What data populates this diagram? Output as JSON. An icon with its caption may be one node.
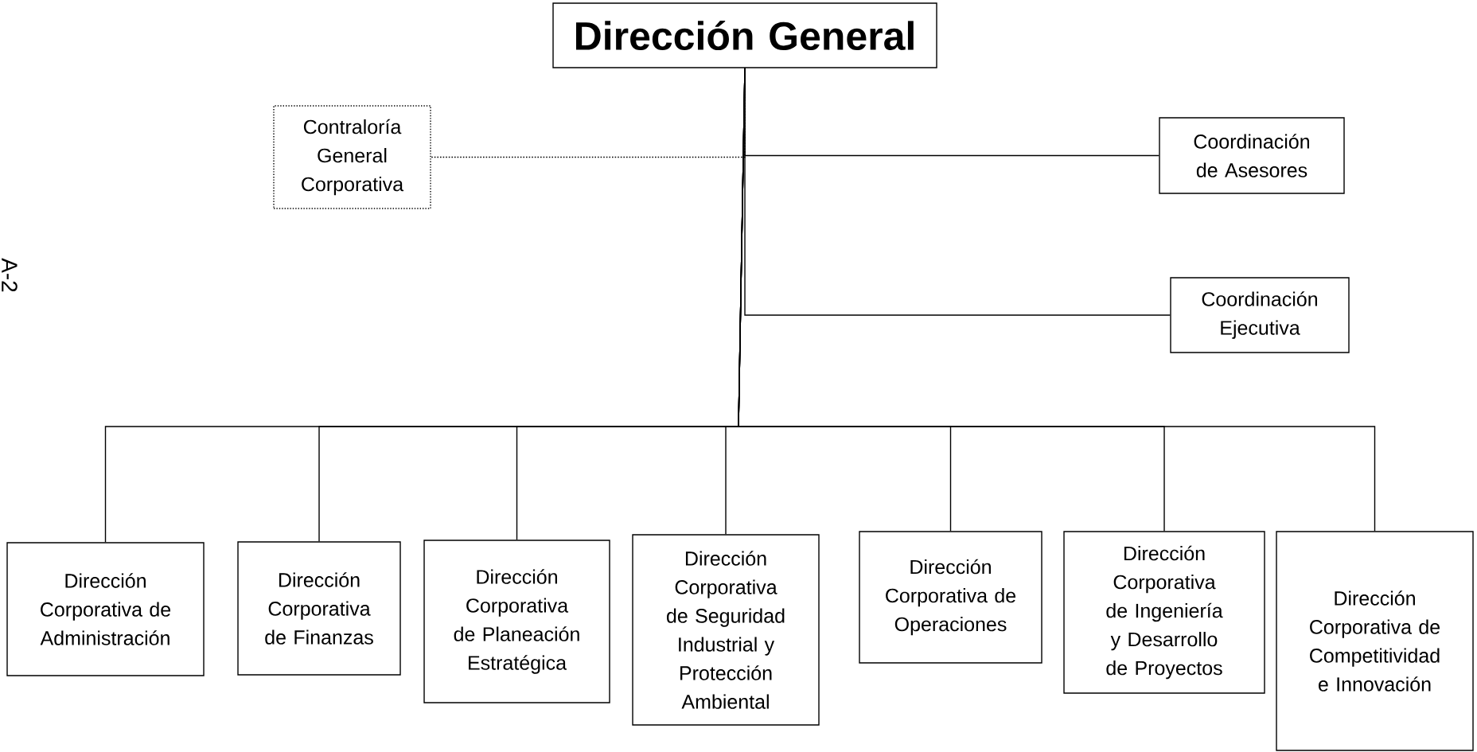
{
  "diagram": {
    "nodes": [
      {
        "text": [
          "Dirección General"
        ]
      },
      {
        "text": [
          "Contraloría General Corporativa"
        ]
      },
      {
        "text": [
          "Coordinación de Asesores"
        ]
      },
      {
        "text": [
          "Coordinación Ejecutiva"
        ]
      },
      {
        "text": [
          "Dirección Corporativa de Administración"
        ]
      },
      {
        "text": [
          "Dirección Corporativa de Finanzas"
        ]
      },
      {
        "text": [
          "Dirección Corporativa de Planeación Estratégica"
        ]
      },
      {
        "text": [
          "Dirección Corporativa de Seguridad Industrial y Protección Ambiental"
        ]
      },
      {
        "text": [
          "Dirección Corporativa de Operaciones"
        ]
      },
      {
        "text": [
          "Dirección Corporativa de Ingeniería y Desarrollo de Proyectos"
        ]
      },
      {
        "text": [
          "Dirección Corporativa de Competitividad e Innovación"
        ]
      }
    ],
    "edges": [
      {
        "from": 0,
        "to": 1,
        "arrow": "none",
        "style": "dashed"
      },
      {
        "from": 0,
        "to": 2,
        "arrow": "none"
      },
      {
        "from": 0,
        "to": 3,
        "arrow": "none"
      },
      {
        "from": 0,
        "to": 4,
        "arrow": "none"
      },
      {
        "from": 0,
        "to": 5,
        "arrow": "none"
      },
      {
        "from": 0,
        "to": 6,
        "arrow": "none"
      },
      {
        "from": 0,
        "to": 7,
        "arrow": "none"
      },
      {
        "from": 0,
        "to": 8,
        "arrow": "none"
      },
      {
        "from": 0,
        "to": 9,
        "arrow": "none"
      },
      {
        "from": 0,
        "to": 10,
        "arrow": "none"
      }
    ],
    "labels": [
      "A-2"
    ]
  }
}
